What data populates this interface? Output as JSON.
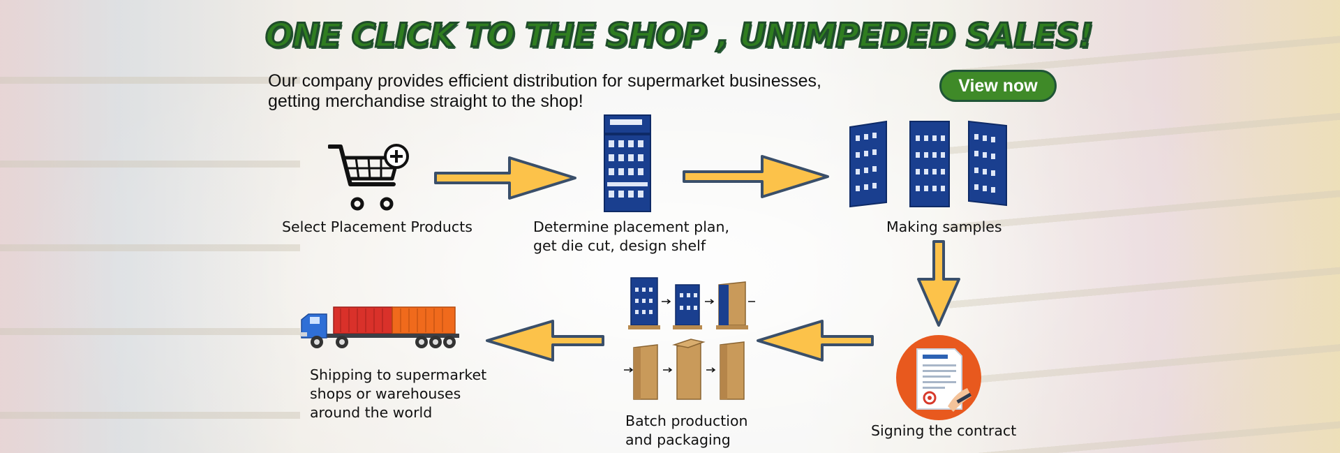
{
  "banner": {
    "title": "ONE CLICK TO THE SHOP , UNIMPEDED SALES!",
    "intro_lines": [
      "Our company provides efficient distribution for supermarket businesses,",
      "getting merchandise straight to the shop!"
    ],
    "cta_label": "View now",
    "colors": {
      "title_fill": "#2f7d20",
      "title_outline": "#1f4d2a",
      "button_fill": "#3f8a28",
      "arrow_fill": "#fcc24a",
      "arrow_outline": "#3a4f6a",
      "display_blue": "#1a3f8f",
      "contract_circle": "#e8591e"
    }
  },
  "steps": [
    {
      "icon": "shopping-cart-add-icon",
      "lines": [
        "Select Placement Products"
      ]
    },
    {
      "icon": "display-shelf-icon",
      "lines": [
        "Determine placement plan,",
        "get die cut, design shelf"
      ]
    },
    {
      "icon": "display-samples-icon",
      "lines": [
        "Making samples"
      ]
    },
    {
      "icon": "contract-document-icon",
      "lines": [
        "Signing the contract"
      ]
    },
    {
      "icon": "production-packaging-icon",
      "lines": [
        "Batch production",
        "and packaging"
      ]
    },
    {
      "icon": "container-truck-icon",
      "lines": [
        "Shipping to supermarket",
        "shops or warehouses",
        "around the world"
      ]
    }
  ]
}
